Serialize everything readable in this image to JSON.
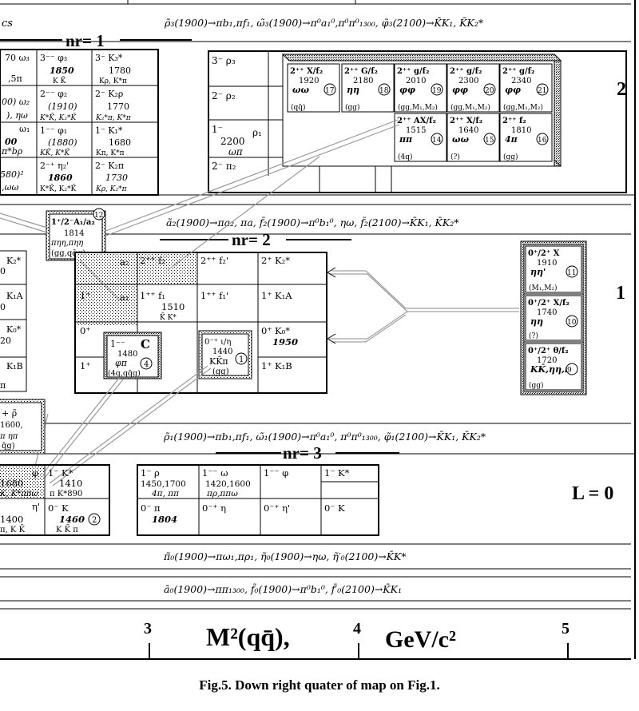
{
  "top_partial": "cs",
  "decay_lines": {
    "L3": "ρ̃₃(1900)→πb₁,πf₁,   ω̃₃(1900)→π⁰a₁⁰,π⁰π⁰₁₃₀₀,   φ̃₃(2100)→K̄K₁, K̄K₂*",
    "L2": "ã₂(1900)→πa₂, πa,   f̃₂(1900)→π⁰b₁⁰, ηω,   f̃₂(2100)→K̄K₁, K̄K₂*",
    "L1": "ρ̃₁(1900)→πb₁,πf₁,   ω̃₁(1900)→π⁰a₁⁰, π⁰π⁰₁₃₀₀,   φ̃₁(2100)→K̄K₁, K̄K₂*",
    "L0a": "π̃₀(1900)→πω₁,πρ₁,   η̃₀(1900)→ηω,   η̃′₀(2100)→K̄K*",
    "L0b": "ã₀(1900)→ππ₁₃₀₀,   f̃₀(1900)→π⁰b₁⁰,   f̃′₀(2100)→K̄K₁"
  },
  "nr_labels": {
    "nr1": "nr= 1",
    "nr2": "nr= 2",
    "nr3": "nr= 3"
  },
  "L_labels": {
    "l2": "2",
    "l1": "1",
    "l0": "L = 0"
  },
  "axis": {
    "ticks": [
      "3",
      "4",
      "5"
    ],
    "title_left": "M²(qq̄),",
    "title_right": "GeV/c²"
  },
  "caption": "Fig.5. Down right quater of map on Fig.1.",
  "nr1_left": {
    "r1": [
      "70",
      "ω₃",
      "3⁻⁻",
      "φ₃",
      "3⁻",
      "K₃*"
    ],
    "r1b": [
      ",5π",
      "1850",
      "1780"
    ],
    "r1c": [
      "K̄K",
      "Kρ, K*π"
    ]
  },
  "cells_nr1_mid": {
    "rho3": "3⁻   ρ₃",
    "rho2": "2⁻   ρ₂",
    "rho1a": "1⁻",
    "rho1b": "ρ₁",
    "rho1c": "2200",
    "rho1d": "ωπ",
    "pi2": "2⁻   π₂"
  },
  "nr1_left_cells": {
    "c1": "3⁻⁻  φ₃",
    "c1v": "1850",
    "c1d": "K K̄",
    "c2": "3⁻   K₃*",
    "c2v": "1780",
    "c2d": "Kρ, K*π",
    "c3": "2⁻⁻  φ₂",
    "c3v": "(1910)",
    "c3d": "K*K̄, K₂*K̄",
    "c4": "2⁻   K₂ρ",
    "c4v": "1770",
    "c4d": "K₂*π, K*π",
    "c5": "1⁻⁻  φ₁",
    "c5v": "(1880)",
    "c5d": "KK̄, K*K̄",
    "c6": "1⁻   K₁*",
    "c6v": "1680",
    "c6d": "Kπ, K*π",
    "c7": "2⁻⁺  η₂'",
    "c7v": "1860",
    "c7d": "K*K̄, K₂*K̄",
    "c8": "2⁻   K₂π",
    "c8v": "1730",
    "c8d": "Kρ, K₂*π",
    "e1": "70  ω₃",
    "e2": ",5π",
    "e3": "00) ω₂",
    "e4": "), ηω",
    "e5": "ω₁",
    "e6": "00",
    "e7": "π*bρ",
    "e8": "580)²",
    "e9": ",ωω"
  },
  "glueballs_L2": [
    {
      "jpc": "2⁺⁺ X/f₂",
      "m": "1920",
      "dec": "ωω",
      "n": "17",
      "c": "(qq̄)"
    },
    {
      "jpc": "2⁺⁺ G/f₂",
      "m": "2180",
      "dec": "ηη",
      "n": "18",
      "c": "(gg)"
    },
    {
      "jpc": "2⁺⁺ g/f₂",
      "m": "2010",
      "dec": "φφ",
      "n": "19",
      "c": "(gg,M₁,M₂)"
    },
    {
      "jpc": "2⁺⁺ g/f₂",
      "m": "2300",
      "dec": "φφ",
      "n": "20",
      "c": "(gg,M₁,M₂)"
    },
    {
      "jpc": "2⁺⁺ g/f₂",
      "m": "2340",
      "dec": "φφ",
      "n": "21",
      "c": "(gg,M₁,M₂)"
    },
    {
      "jpc": "2⁺⁺ AX/f₂",
      "m": "1515",
      "dec": "ππ",
      "n": "14",
      "c": "(4q)"
    },
    {
      "jpc": "2⁺⁺ X/f₂",
      "m": "1640",
      "dec": "ωω",
      "n": "15",
      "c": "(?)"
    },
    {
      "jpc": "2⁺⁺   f₂",
      "m": "1810",
      "dec": "4π",
      "n": "16",
      "c": "(gg)"
    }
  ],
  "hybrid_a2": {
    "jpc": "1⁺/2⁻A₁/a₂",
    "n": "12",
    "m": "1814",
    "dec": "πηη,πηη",
    "c": "(gg,qq̄g)"
  },
  "nr2_cells": {
    "a2": "a₂",
    "f2": "2⁺⁺   f₂",
    "f2p": "2⁺⁺   f₂'",
    "k2": "2⁺     K₂*",
    "a1h": "1⁺",
    "a1": "a₁",
    "f1": "1⁺⁺   f₁",
    "f1v": "1510",
    "f1d": "K̄ K*",
    "f1p": "1⁺⁺   f₁'",
    "k1a": "1⁺    K₁A",
    "zero": "0⁺",
    "k0": "0⁺     K₀*",
    "k0v": "1950",
    "one": "1⁺",
    "k1b": "1⁺    K₁B"
  },
  "exotic_C": {
    "jpc": "1⁻⁻",
    "lbl": "C",
    "m": "1480",
    "dec": "φπ",
    "n": "4",
    "c": "(4q,qq̄g)"
  },
  "iota": {
    "jpc": "0⁻⁺ ι/η",
    "m": "1440",
    "dec": "KK̄π",
    "n": "1",
    "c": "(gg)"
  },
  "left_nr2": {
    "k2": "K₂*",
    "k2z": "0",
    "k1a": "K₁A",
    "k1z": "0",
    "k0": "K₀*",
    "k0z": "20",
    "k1b": "K₁B",
    "pi": "π"
  },
  "glueballs_L1": [
    {
      "jpc": "0⁺/2⁺   X",
      "m": "1910",
      "dec": "ηη'",
      "n": "11",
      "c": "(M₁,M₂)"
    },
    {
      "jpc": "0⁺/2⁺ X/f₂",
      "m": "1740",
      "dec": "ηη",
      "n": "10",
      "c": "(?)"
    },
    {
      "jpc": "0⁺/2⁺ θ/f₂",
      "m": "1720",
      "dec": "KK̄,ηη,ππ",
      "n": "9",
      "c": "(gg)"
    }
  ],
  "rho_tilde": {
    "a": "+   ρ̃",
    "m": "1600,",
    "d": "π  ηπ",
    "c": "q̄g)"
  },
  "nr3_cells": {
    "rho": "1⁻     ρ",
    "rhov": "1450,1700",
    "rhod": "4π, ππ",
    "omega": "1⁻⁻   ω",
    "omegav": "1420,1600",
    "omegad": "πρ,ππω",
    "phi": "1⁻⁻    φ",
    "kstar": "1⁻        K*",
    "pi": "0⁻      π",
    "piv": "1804",
    "eta": "0⁻⁺     η",
    "etap": "0⁻⁺     η'",
    "k": "0⁻        K"
  },
  "nr3_left": {
    "phi": "φ",
    "kstar": "1⁻   K*",
    "m1": "1680",
    "m1d": "K, K*ππω",
    "m2": "1410",
    "m2d": "π K*890",
    "etap": "η'",
    "k": "0⁻   K",
    "m3": "1400",
    "m3d": "π, K K̄",
    "m4": "1460",
    "m4d": "K K̄ π",
    "n4": "2"
  }
}
